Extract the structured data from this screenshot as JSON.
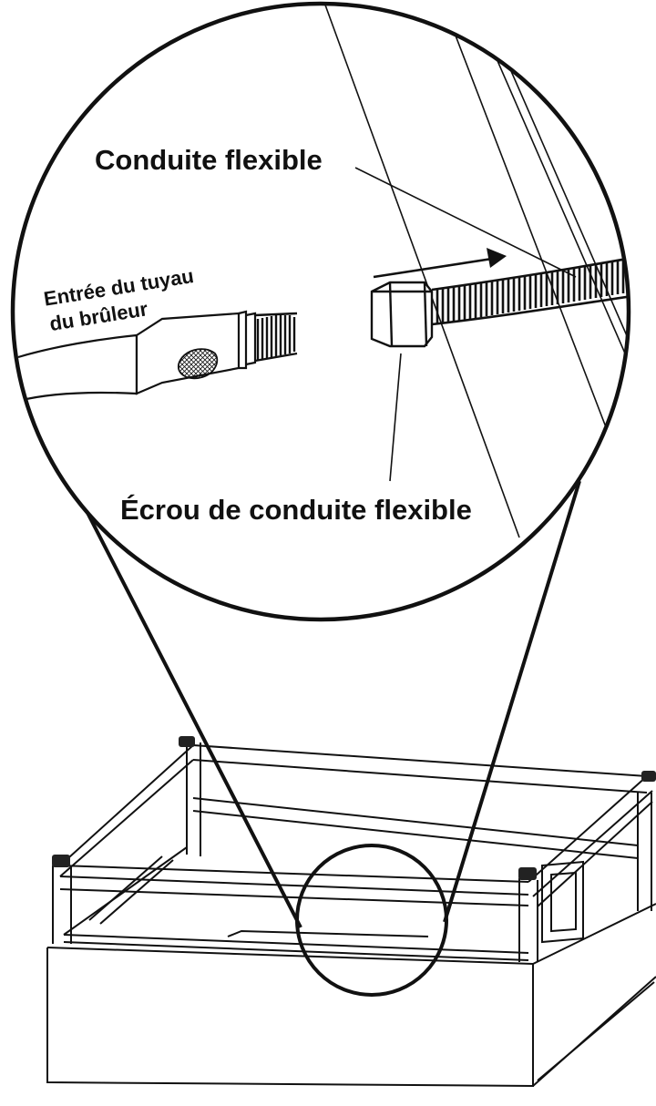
{
  "labels": {
    "conduite_flexible": "Conduite flexible",
    "entree_line1": "Entrée du tuyau",
    "entree_line2": "du brûleur",
    "ecrou": "Écrou de conduite flexible"
  },
  "colors": {
    "ink": "#111111",
    "background": "#ffffff"
  }
}
